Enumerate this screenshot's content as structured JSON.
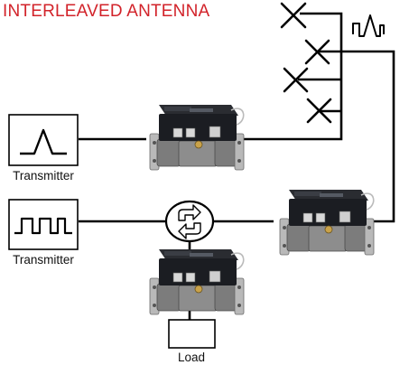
{
  "title": "INTERLEAVED ANTENNA",
  "transmitter_top": {
    "label": "Transmitter",
    "waveform": "single-pulse-icon"
  },
  "transmitter_bottom": {
    "label": "Transmitter",
    "waveform": "pulse-train-icon"
  },
  "load": {
    "label": "Load"
  },
  "switch": {
    "icon": "rotating-arrows-switch-icon"
  },
  "antenna": {
    "elements": 4,
    "signal_icon": "received-pulse-icon"
  },
  "colors": {
    "title": "#d2232a",
    "lines": "#000000",
    "meter_body": "#1b1d22"
  }
}
